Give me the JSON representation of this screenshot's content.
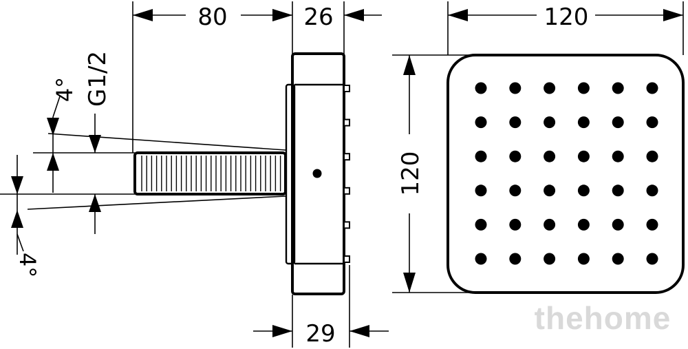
{
  "dimensions": {
    "side_length": "80",
    "side_head_depth": "26",
    "side_head_thickness": "29",
    "front_width": "120",
    "front_height": "120",
    "thread": "G1/2",
    "angle_top": "4°",
    "angle_bottom": "4°"
  },
  "nozzle_grid": {
    "rows": 6,
    "cols": 6
  },
  "watermark": "thehome",
  "colors": {
    "line": "#000000",
    "watermark": "#d9d9d9"
  }
}
